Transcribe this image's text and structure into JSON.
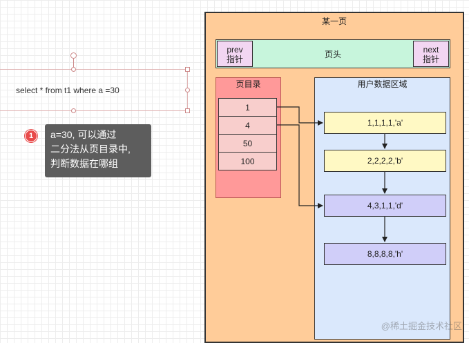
{
  "sql": {
    "text": "select * from t1 where a =30"
  },
  "annotation": {
    "badge": "1",
    "text": "a=30, 可以通过\n二分法从页目录中,\n判断数据在哪组"
  },
  "page": {
    "title": "某一页",
    "header": {
      "label": "页头",
      "prev": "prev\n指针",
      "next": "next\n指针"
    },
    "directory": {
      "title": "页目录",
      "slots": [
        "1",
        "4",
        "50",
        "100"
      ]
    },
    "user_area": {
      "title": "用户数据区域",
      "records": [
        "1,1,1,1,'a'",
        "2,2,2,2,'b'",
        "4,3,1,1,'d'",
        "8,8,8,8,'h'"
      ]
    }
  },
  "watermark": "@稀土掘金技术社区",
  "colors": {
    "page_bg": "#ffcc99",
    "header_bg": "#c7f5dc",
    "pointer_bg": "#f2d6f2",
    "directory_bg": "#ff9999",
    "slot_bg": "#f8cecc",
    "user_area_bg": "#dae8fc",
    "record_group1": "#fff9c4",
    "record_group2": "#d0cef9",
    "badge": "#e84a4a"
  }
}
